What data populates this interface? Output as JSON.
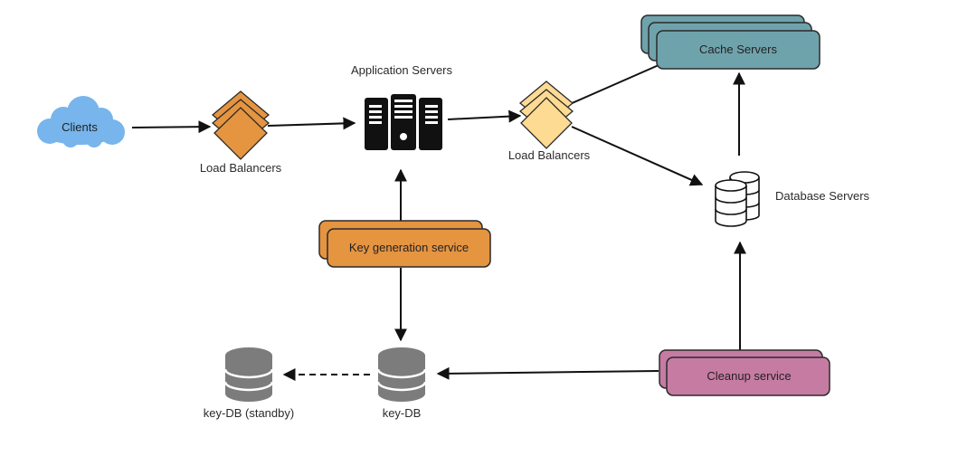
{
  "title": "URL shortening service system design",
  "colors": {
    "clients_cloud": "#77b5ec",
    "load_balancer_1": "#e59440",
    "load_balancer_2": "#fddb93",
    "cache_servers": "#6fa3ac",
    "key_generation": "#e59440",
    "cleanup": "#c67ba3",
    "key_db": "#7c7c7c",
    "stroke": "#2a2a2a"
  },
  "nodes": {
    "clients": {
      "label": "Clients",
      "icon": "cloud-icon"
    },
    "load_balancers_1": {
      "label": "Load Balancers",
      "icon": "load-balancer-icon"
    },
    "application_servers": {
      "label": "Application Servers",
      "icon": "server-rack-icon"
    },
    "load_balancers_2": {
      "label": "Load Balancers",
      "icon": "load-balancer-icon"
    },
    "cache_servers": {
      "label": "Cache Servers",
      "icon": "stacked-box"
    },
    "database_servers": {
      "label": "Database Servers",
      "icon": "database-outline-icon"
    },
    "key_generation_service": {
      "label": "Key generation service",
      "icon": "stacked-box"
    },
    "key_db": {
      "label": "key-DB",
      "icon": "database-icon"
    },
    "key_db_standby": {
      "label": "key-DB (standby)",
      "icon": "database-icon"
    },
    "cleanup_service": {
      "label": "Cleanup service",
      "icon": "stacked-box"
    }
  },
  "edges": [
    {
      "from": "clients",
      "to": "load_balancers_1",
      "style": "solid",
      "arrow": true
    },
    {
      "from": "load_balancers_1",
      "to": "application_servers",
      "style": "solid",
      "arrow": true
    },
    {
      "from": "application_servers",
      "to": "load_balancers_2",
      "style": "solid",
      "arrow": true
    },
    {
      "from": "load_balancers_2",
      "to": "cache_servers",
      "style": "solid",
      "arrow": false
    },
    {
      "from": "load_balancers_2",
      "to": "database_servers",
      "style": "solid",
      "arrow": true
    },
    {
      "from": "database_servers",
      "to": "cache_servers",
      "style": "solid",
      "arrow": true
    },
    {
      "from": "key_generation_service",
      "to": "application_servers",
      "style": "solid",
      "arrow": true
    },
    {
      "from": "key_generation_service",
      "to": "key_db",
      "style": "solid",
      "arrow": true
    },
    {
      "from": "key_db",
      "to": "key_db_standby",
      "style": "dashed",
      "arrow": true
    },
    {
      "from": "cleanup_service",
      "to": "key_db",
      "style": "solid",
      "arrow": true
    },
    {
      "from": "cleanup_service",
      "to": "database_servers",
      "style": "solid",
      "arrow": true
    }
  ]
}
